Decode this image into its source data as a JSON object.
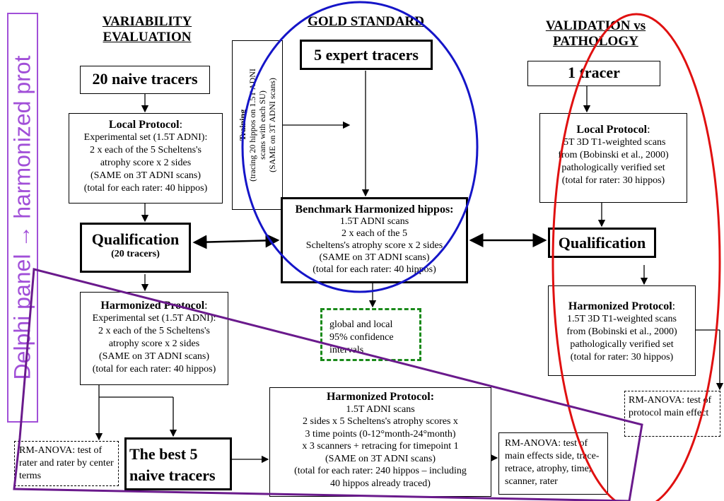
{
  "side_label": "Delphi panel → harmonized prot",
  "headings": {
    "variability": [
      "VARIABILITY",
      "EVALUATION"
    ],
    "gold": "GOLD STANDARD",
    "validation": [
      "VALIDATION vs",
      "PATHOLOGY"
    ]
  },
  "naive": "20 naive tracers",
  "local1": {
    "title": "Local Protocol",
    "lines": [
      "Experimental set (1.5T ADNI):",
      "2 x each of the 5 Scheltens's",
      "atrophy score x 2 sides",
      "(SAME on 3T ADNI scans)",
      "(total for each rater: 40 hippos)"
    ]
  },
  "qual1": {
    "title": "Qualification",
    "sub": "(20 tracers)"
  },
  "harm1": {
    "title": "Harmonized Protocol",
    "lines": [
      "Experimental set (1.5T ADNI):",
      "2 x each of the 5 Scheltens's",
      "atrophy score x 2 sides",
      "(SAME on 3T ADNI scans)",
      "(total for each rater: 40 hippos)"
    ]
  },
  "rm1": "RM-ANOVA: test of rater and rater by center terms",
  "best5": "The best 5 naive tracers",
  "experts": "5 expert tracers",
  "training": {
    "title": "Training",
    "lines": [
      "(tracing 20 hippos on 1.5T ADNI",
      "scans with each SU)",
      "(SAME on 3T ADNI scans)"
    ]
  },
  "benchmark": {
    "title": "Benchmark Harmonized hippos",
    "lines": [
      "1.5T ADNI scans",
      "2 x each of the 5",
      "Scheltens's atrophy score x 2 sides",
      "(SAME on 3T ADNI scans)",
      "(total for each rater: 40 hippos)"
    ]
  },
  "ci": "global and local 95% confidence intervals",
  "harm_center": {
    "title": "Harmonized Protocol:",
    "lines": [
      "1.5T ADNI scans",
      "2 sides x 5 Scheltens's atrophy scores x",
      "3 time points (0-12°month-24°month)",
      "x 3 scanners + retracing for timepoint 1",
      "(SAME on 3T ADNI scans)",
      "(total for each rater: 240 hippos – including",
      "40 hippos already traced)"
    ]
  },
  "rm_center": "RM-ANOVA: test of main effects side, trace-retrace, atrophy, time, scanner, rater",
  "tracer1": "1 tracer",
  "local2": {
    "title": "Local Protocol",
    "lines": [
      ".5T 3D T1-weighted scans",
      "from (Bobinski et al., 2000)",
      "pathologically verified set",
      "(total for rater: 30 hippos)"
    ]
  },
  "qual2": "Qualification",
  "harm2": {
    "title": "Harmonized Protocol",
    "lines": [
      "1.5T 3D T1-weighted scans",
      "from (Bobinski et al., 2000)",
      "pathologically verified set",
      "(total for rater: 30 hippos)"
    ]
  },
  "rm2": "RM-ANOVA: test of protocol main effect",
  "colors": {
    "purple": "#a14fd8",
    "dark_purple": "#6a1a8c",
    "blue": "#1515c8",
    "red": "#e01010",
    "green": "#1a8a1a"
  }
}
